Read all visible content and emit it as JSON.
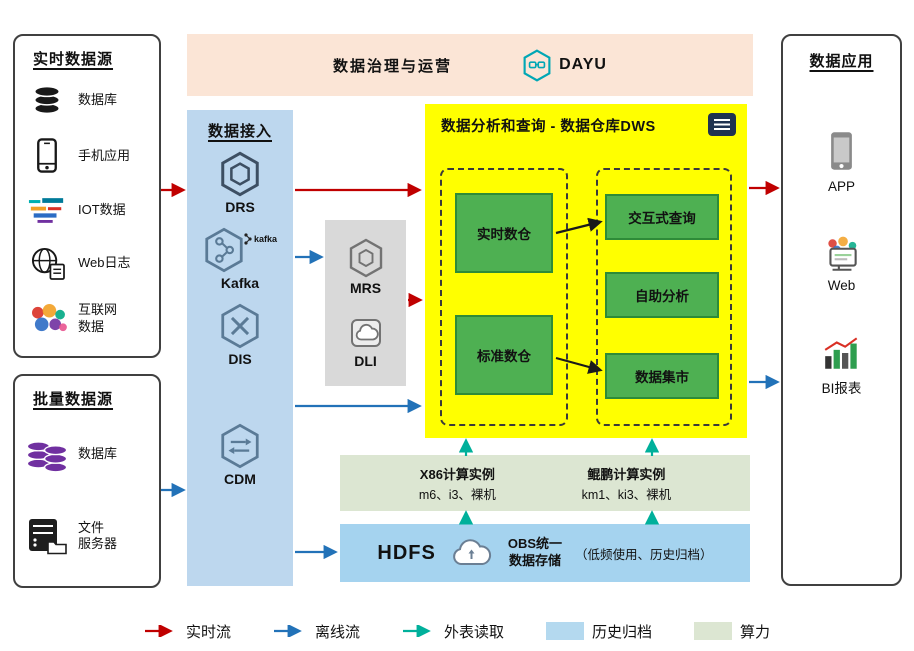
{
  "colors": {
    "red": "#c00000",
    "blue": "#2272b8",
    "teal": "#00b09b",
    "yellow": "#ffff00",
    "green": "#4eb052",
    "green_border": "#2e8b38",
    "panel_blue": "#bdd7ee",
    "panel_gray": "#d9d9d9",
    "banner_peach": "#fbe5d6",
    "compute_sage": "#dce6d2",
    "storage_blue": "#a5d3ef",
    "legend_blue": "#b4d9ef",
    "purple": "#7030a0",
    "dayu_teal": "#00a7b5",
    "navy": "#1f3250"
  },
  "banner": {
    "title": "数据治理与运营",
    "logo_text": "DAYU"
  },
  "realtime_sources": {
    "title": "实时数据源",
    "items": [
      {
        "label": "数据库",
        "icon": "database-icon"
      },
      {
        "label": "手机应用",
        "icon": "phone-icon"
      },
      {
        "label": "IOT数据",
        "icon": "iot-icon"
      },
      {
        "label": "Web日志",
        "icon": "web-log-icon"
      },
      {
        "label": "互联网\n数据",
        "icon": "internet-data-icon"
      }
    ]
  },
  "batch_sources": {
    "title": "批量数据源",
    "items": [
      {
        "label": "数据库",
        "icon": "database-stack-icon"
      },
      {
        "label": "文件\n服务器",
        "icon": "file-server-icon"
      }
    ]
  },
  "ingestion": {
    "title": "数据接入",
    "kafka_badge": "kafka",
    "items": [
      {
        "label": "DRS"
      },
      {
        "label": "Kafka"
      },
      {
        "label": "DIS"
      },
      {
        "label": "CDM"
      }
    ]
  },
  "processing": {
    "items": [
      {
        "label": "MRS"
      },
      {
        "label": "DLI"
      }
    ]
  },
  "dws": {
    "title": "数据分析和查询 - 数据仓库DWS",
    "left_group": [
      "实时数仓",
      "标准数仓"
    ],
    "right_group": [
      "交互式查询",
      "自助分析",
      "数据集市"
    ]
  },
  "compute": {
    "blocks": [
      {
        "title": "X86计算实例",
        "subtitle": "m6、i3、裸机"
      },
      {
        "title": "鲲鹏计算实例",
        "subtitle": "km1、ki3、裸机"
      }
    ]
  },
  "storage": {
    "hdfs_label": "HDFS",
    "obs_line1": "OBS统一",
    "obs_line2": "数据存储",
    "obs_note": "（低频使用、历史归档）"
  },
  "applications": {
    "title": "数据应用",
    "items": [
      {
        "label": "APP"
      },
      {
        "label": "Web"
      },
      {
        "label": "BI报表"
      }
    ]
  },
  "legend": {
    "items": [
      {
        "kind": "arrow-red",
        "label": "实时流"
      },
      {
        "kind": "arrow-blue",
        "label": "离线流"
      },
      {
        "kind": "arrow-teal",
        "label": "外表读取"
      },
      {
        "kind": "swatch-blue",
        "label": "历史归档"
      },
      {
        "kind": "swatch-sage",
        "label": "算力"
      }
    ]
  }
}
